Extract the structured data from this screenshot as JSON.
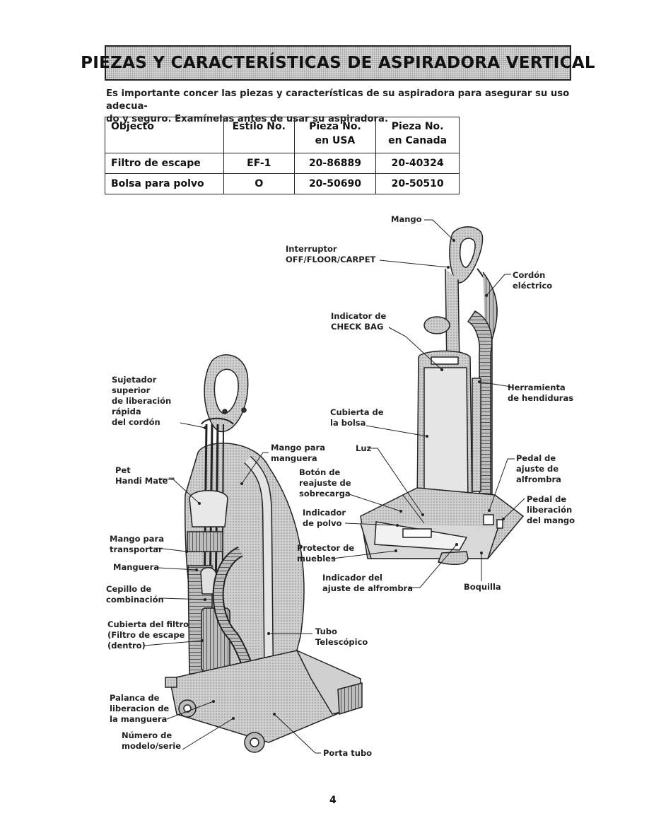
{
  "title": "PIEZAS Y CARACTERÍSTICAS DE ASPIRADORA VERTICAL",
  "intro": "Es importante concer las piezas y características de su aspiradora para asegurar su uso adecuado y seguro. Examínelas antes de usar su aspiradora.",
  "intro_line1": "Es importante concer las piezas y características de su aspiradora para asegurar su uso adecua-",
  "intro_line2": "do y seguro.  Examínelas antes de usar su aspiradora.",
  "table": {
    "headers": [
      "Objecto",
      "Estilo No.",
      "Pieza No. en USA",
      "Pieza No. en Canada"
    ],
    "header_lines": [
      [
        "Objecto"
      ],
      [
        "Estilo No."
      ],
      [
        "Pieza No.",
        "en USA"
      ],
      [
        "Pieza No.",
        "en Canada"
      ]
    ],
    "rows": [
      [
        "Filtro de escape",
        "EF-1",
        "20-86889",
        "20-40324"
      ],
      [
        "Bolsa para polvo",
        "O",
        "20-50690",
        "20-50510"
      ]
    ]
  },
  "labels": {
    "mango": "Mango",
    "interruptor": [
      "Interruptor",
      "OFF/FLOOR/CARPET"
    ],
    "cordon_electrico": [
      "Cordón",
      "eléctrico"
    ],
    "indicador_check_bag": [
      "Indicator de",
      "CHECK BAG"
    ],
    "herramienta": [
      "Herramienta",
      "de hendiduras"
    ],
    "cubierta_bolsa": [
      "Cubierta de",
      "la bolsa"
    ],
    "luz": "Luz",
    "pedal_alfombra": [
      "Pedal de",
      "ajuste de",
      "alfrombra"
    ],
    "pedal_mango": [
      "Pedal de",
      "liberación",
      "del mango"
    ],
    "sujetador": [
      "Sujetador",
      "superior",
      "de liberación",
      "rápida",
      "del cordón"
    ],
    "mango_manguera": [
      "Mango para",
      "manguera"
    ],
    "pet_handi_mate": [
      "Pet",
      "Handi Mate™"
    ],
    "boton_sobrecarga": [
      "Botón de",
      "reajuste de",
      "sobrecarga"
    ],
    "indicador_polvo": [
      "Indicador",
      "de polvo"
    ],
    "mango_transportar": [
      "Mango para",
      "transportar"
    ],
    "protector_muebles": [
      "Protector de",
      "muebles"
    ],
    "manguera": "Manguera",
    "indicador_ajuste_alfombra": [
      "Indicador del",
      "ajuste de alfrombra"
    ],
    "boquilla": "Boquilla",
    "cepillo": [
      "Cepillo de",
      "combinación"
    ],
    "cubierta_filtro": [
      "Cubierta del filtro",
      "(Filtro de escape",
      "(dentro)"
    ],
    "tubo_telescopico": [
      "Tubo",
      "Telescópico"
    ],
    "palanca": [
      "Palanca de",
      "liberacion de",
      "la manguera"
    ],
    "numero_modelo": [
      "Número de",
      "modelo/serie"
    ],
    "porta_tubo": "Porta tubo"
  },
  "page_number": "4"
}
